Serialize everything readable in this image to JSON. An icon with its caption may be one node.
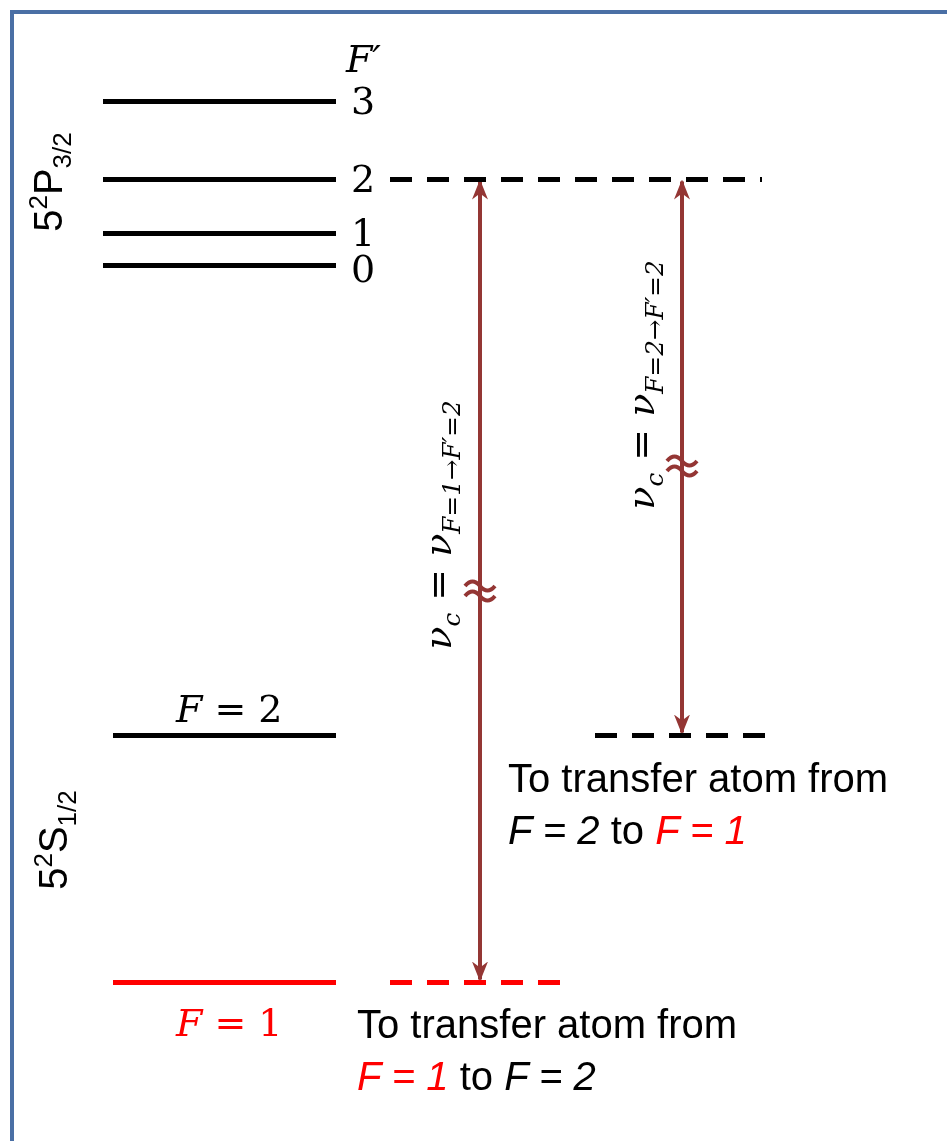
{
  "diagram": {
    "nodes": [
      {
        "text": [],
        "shape": "bar",
        "beside": [
          "3"
        ]
      },
      {
        "text": [],
        "shape": "bar",
        "beside": [
          "2"
        ]
      },
      {
        "text": [],
        "shape": "bar",
        "beside": [
          "1"
        ]
      },
      {
        "text": [],
        "shape": "bar",
        "beside": [
          "0"
        ]
      },
      {
        "text": [],
        "shape": "bar",
        "beside": [
          "*F* = 2"
        ]
      },
      {
        "text": [],
        "shape": "bar",
        "beside": [
          "*F* = 1"
        ]
      },
      {
        "text": [],
        "shape": "bar"
      },
      {
        "text": [],
        "shape": "bar",
        "beside": [
          "To transfer atom from *F = 2* to *F = 1*"
        ]
      },
      {
        "text": [],
        "shape": "bar",
        "beside": [
          "To transfer atom from *F = 1* to *F = 2*"
        ]
      }
    ],
    "edges": [
      {
        "from": 8,
        "to": 6,
        "arrow": "both",
        "label": "*ν*$_{c}$ = *ν*$_{F=1→F′=2}$"
      },
      {
        "from": 7,
        "to": 6,
        "arrow": "both",
        "label": "*ν*$_{c}$ = *ν*$_{F=2→F′=2}$"
      }
    ],
    "labels": [
      "F′",
      "5$^{2}$P$_{3/2}$",
      "5$^{2}$S$_{1/2}$"
    ]
  }
}
